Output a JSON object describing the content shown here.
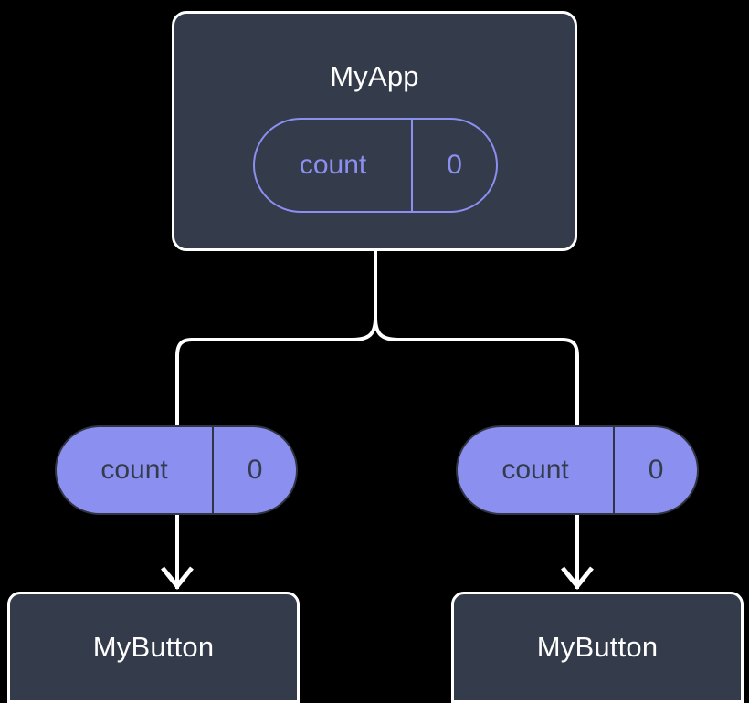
{
  "diagram": {
    "title_hidden": "",
    "background_color": "#000000",
    "node_fill": "#343b4a",
    "node_border": "#ffffff",
    "accent_color": "#8b8ff0",
    "edge_color": "#ffffff",
    "nodes": {
      "root": {
        "label": "MyApp",
        "state": {
          "key": "count",
          "value": "0"
        }
      },
      "left_child": {
        "state": {
          "key": "count",
          "value": "0"
        },
        "label": "MyButton"
      },
      "right_child": {
        "state": {
          "key": "count",
          "value": "0"
        },
        "label": "MyButton"
      }
    }
  }
}
